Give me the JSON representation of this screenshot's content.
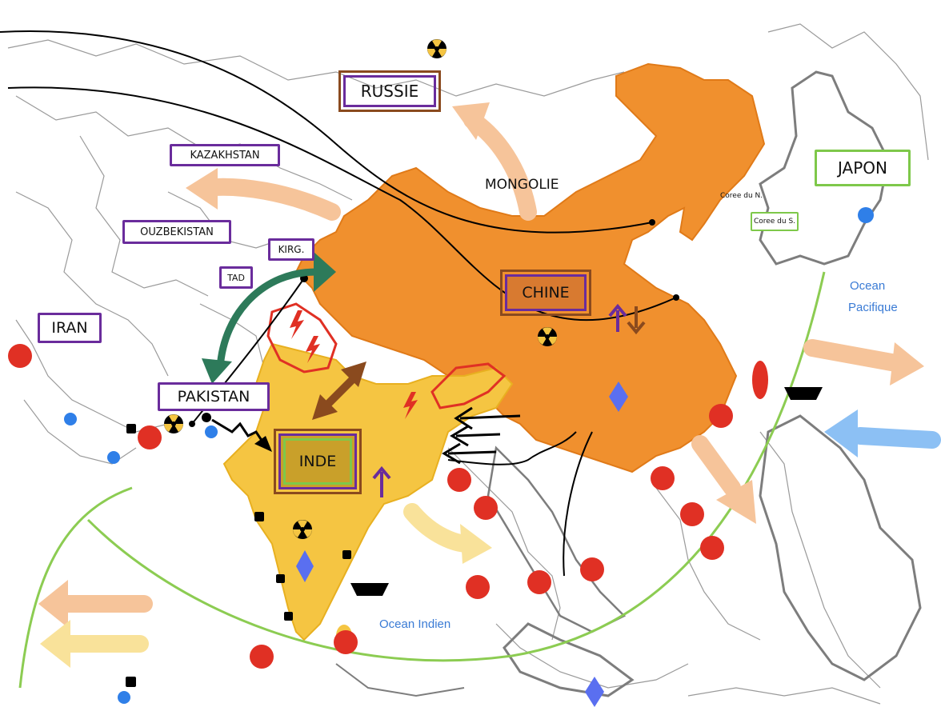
{
  "labels": {
    "russie": "RUSSIE",
    "kazakhstan": "KAZAKHSTAN",
    "mongolie": "MONGOLIE",
    "ouzbekistan": "OUZBEKISTAN",
    "kirg": "KIRG.",
    "tad": "TAD",
    "iran": "IRAN",
    "chine": "CHINE",
    "pakistan": "PAKISTAN",
    "inde": "INDE",
    "japon": "JAPON",
    "coree_n": "Coree du N.",
    "coree_s": "Coree du S.",
    "ocean_pacifique_1": "Ocean",
    "ocean_pacifique_2": "Pacifique",
    "ocean_indien": "Ocean Indien"
  },
  "colors": {
    "china_fill": "#f0902e",
    "india_fill": "#f5c542",
    "label_border_purple": "#6a2c9c",
    "label_border_brown": "#8a4a1e",
    "label_border_green": "#7ec84a",
    "red_dot": "#e03024",
    "blue_dot": "#2f7fe8",
    "diamond": "#5a6ff0",
    "green_line": "#8ccc52",
    "teal_arrow": "#2d7a5a",
    "brown_arrow": "#8a4a1e",
    "peach_arrow": "#f6c49a",
    "yellow_arrow": "#f9e29a",
    "lightblue_arrow": "#8cc0f4",
    "purple_arrow": "#6a2c9c"
  },
  "icons": [
    "nuclear-icon",
    "diamond-icon",
    "ship-icon",
    "lightning-icon"
  ]
}
